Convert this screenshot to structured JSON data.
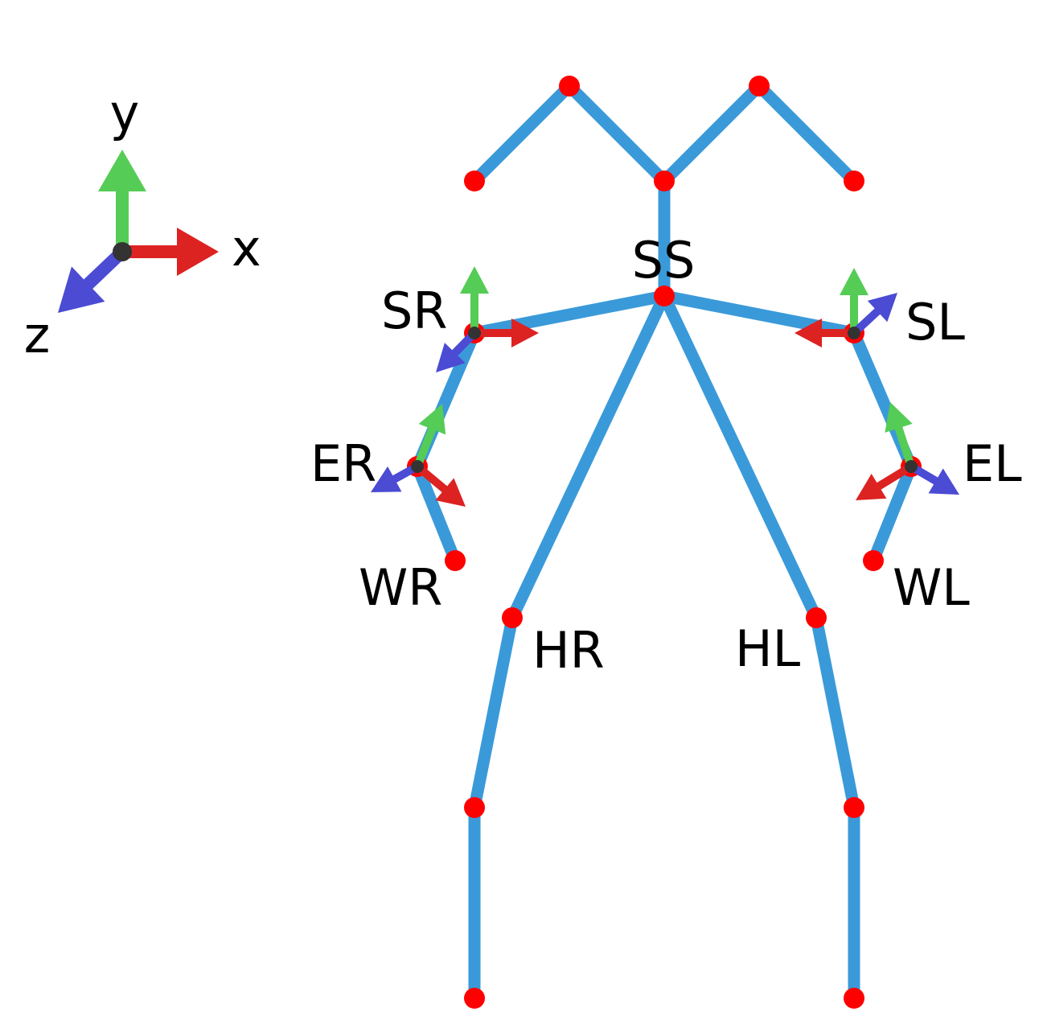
{
  "colors": {
    "bone": "#3a9ad9",
    "joint": "#ff0000",
    "x_axis": "#dd2222",
    "y_axis": "#55cc55",
    "z_axis": "#4b4bd4",
    "origin": "#333333",
    "text": "#000000"
  },
  "legend": {
    "x_label": "x",
    "y_label": "y",
    "z_label": "z"
  },
  "joints": {
    "ss": "SS",
    "sr": "SR",
    "sl": "SL",
    "er": "ER",
    "el": "EL",
    "wr": "WR",
    "wl": "WL",
    "hr": "HR",
    "hl": "HL"
  }
}
